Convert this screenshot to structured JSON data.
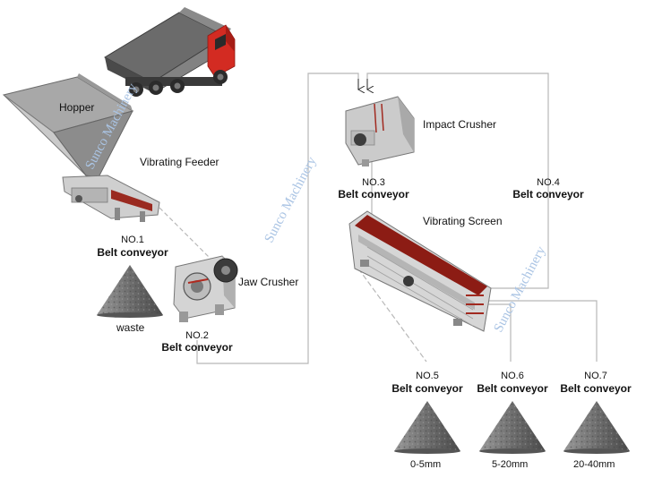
{
  "labels": {
    "hopper": "Hopper",
    "vibrating_feeder": "Vibrating Feeder",
    "jaw_crusher": "Jaw Crusher",
    "impact_crusher": "Impact Crusher",
    "vibrating_screen": "Vibrating Screen",
    "waste": "waste"
  },
  "conveyors": [
    {
      "number": "NO.1",
      "name": "Belt conveyor"
    },
    {
      "number": "NO.2",
      "name": "Belt conveyor"
    },
    {
      "number": "NO.3",
      "name": "Belt conveyor"
    },
    {
      "number": "NO.4",
      "name": "Belt conveyor"
    },
    {
      "number": "NO.5",
      "name": "Belt conveyor"
    },
    {
      "number": "NO.6",
      "name": "Belt conveyor"
    },
    {
      "number": "NO.7",
      "name": "Belt conveyor"
    }
  ],
  "products": [
    "0-5mm",
    "5-20mm",
    "20-40mm"
  ],
  "watermark": "Sunco Machinery",
  "colors": {
    "flow_line": "#b8b8b8",
    "truck_cab": "#d32b22",
    "machine_gray": "#b9b9b9",
    "screen_red": "#8c1c14",
    "watermark": "#aac4e4",
    "pile": "#6f6f6f"
  }
}
